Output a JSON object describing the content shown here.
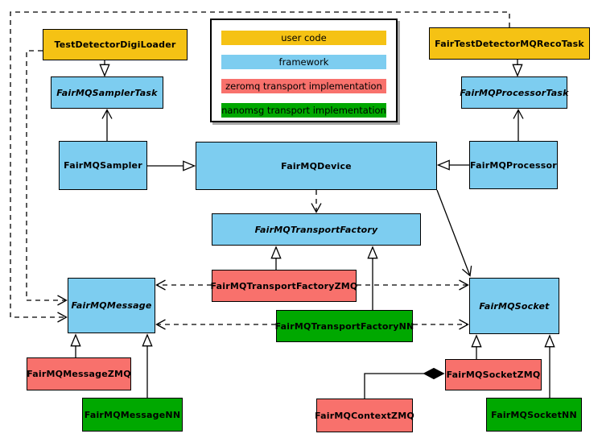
{
  "diagram": {
    "type": "uml-class-diagram",
    "legend": {
      "items": [
        {
          "label": "user code",
          "color": "#F5C214"
        },
        {
          "label": "framework",
          "color": "#7DCDF0"
        },
        {
          "label": "zeromq transport implementation",
          "color": "#F8716C"
        },
        {
          "label": "nanomsg transport implementation",
          "color": "#00A800"
        }
      ]
    },
    "nodes": {
      "testDetectorDigiLoader": {
        "label": "TestDetectorDigiLoader",
        "category": "user code",
        "abstract": false
      },
      "fairTestDetectorMQRecoTask": {
        "label": "FairTestDetectorMQRecoTask",
        "category": "user code",
        "abstract": false
      },
      "fairMQSamplerTask": {
        "label": "FairMQSamplerTask",
        "category": "framework",
        "abstract": true
      },
      "fairMQProcessorTask": {
        "label": "FairMQProcessorTask",
        "category": "framework",
        "abstract": true
      },
      "fairMQSampler": {
        "label": "FairMQSampler",
        "category": "framework",
        "abstract": false
      },
      "fairMQDevice": {
        "label": "FairMQDevice",
        "category": "framework",
        "abstract": false
      },
      "fairMQProcessor": {
        "label": "FairMQProcessor",
        "category": "framework",
        "abstract": false
      },
      "fairMQTransportFactory": {
        "label": "FairMQTransportFactory",
        "category": "framework",
        "abstract": true
      },
      "fairMQTransportFactoryZMQ": {
        "label": "FairMQTransportFactoryZMQ",
        "category": "zeromq transport implementation",
        "abstract": false
      },
      "fairMQTransportFactoryNN": {
        "label": "FairMQTransportFactoryNN",
        "category": "nanomsg transport implementation",
        "abstract": false
      },
      "fairMQMessage": {
        "label": "FairMQMessage",
        "category": "framework",
        "abstract": true
      },
      "fairMQSocket": {
        "label": "FairMQSocket",
        "category": "framework",
        "abstract": true
      },
      "fairMQMessageZMQ": {
        "label": "FairMQMessageZMQ",
        "category": "zeromq transport implementation",
        "abstract": false
      },
      "fairMQMessageNN": {
        "label": "FairMQMessageNN",
        "category": "nanomsg transport implementation",
        "abstract": false
      },
      "fairMQSocketZMQ": {
        "label": "FairMQSocketZMQ",
        "category": "zeromq transport implementation",
        "abstract": false
      },
      "fairMQSocketNN": {
        "label": "FairMQSocketNN",
        "category": "nanomsg transport implementation",
        "abstract": false
      },
      "fairMQContextZMQ": {
        "label": "FairMQContextZMQ",
        "category": "zeromq transport implementation",
        "abstract": false
      }
    },
    "edges": [
      {
        "from": "TestDetectorDigiLoader",
        "to": "FairMQSamplerTask",
        "type": "inheritance"
      },
      {
        "from": "FairTestDetectorMQRecoTask",
        "to": "FairMQProcessorTask",
        "type": "inheritance"
      },
      {
        "from": "FairMQSampler",
        "to": "FairMQDevice",
        "type": "inheritance"
      },
      {
        "from": "FairMQProcessor",
        "to": "FairMQDevice",
        "type": "inheritance"
      },
      {
        "from": "FairMQSampler",
        "to": "FairMQSamplerTask",
        "type": "association"
      },
      {
        "from": "FairMQProcessor",
        "to": "FairMQProcessorTask",
        "type": "association"
      },
      {
        "from": "FairMQDevice",
        "to": "FairMQTransportFactory",
        "type": "dependency"
      },
      {
        "from": "FairMQDevice",
        "to": "FairMQSocket",
        "type": "association"
      },
      {
        "from": "TestDetectorDigiLoader",
        "to": "FairMQMessage",
        "type": "dependency"
      },
      {
        "from": "FairTestDetectorMQRecoTask",
        "to": "FairMQMessage",
        "type": "dependency"
      },
      {
        "from": "FairMQTransportFactoryZMQ",
        "to": "FairMQTransportFactory",
        "type": "inheritance"
      },
      {
        "from": "FairMQTransportFactoryNN",
        "to": "FairMQTransportFactory",
        "type": "inheritance"
      },
      {
        "from": "FairMQTransportFactoryZMQ",
        "to": "FairMQMessage",
        "type": "dependency"
      },
      {
        "from": "FairMQTransportFactoryZMQ",
        "to": "FairMQSocket",
        "type": "dependency"
      },
      {
        "from": "FairMQTransportFactoryNN",
        "to": "FairMQMessage",
        "type": "dependency"
      },
      {
        "from": "FairMQTransportFactoryNN",
        "to": "FairMQSocket",
        "type": "dependency"
      },
      {
        "from": "FairMQMessageZMQ",
        "to": "FairMQMessage",
        "type": "inheritance"
      },
      {
        "from": "FairMQMessageNN",
        "to": "FairMQMessage",
        "type": "inheritance"
      },
      {
        "from": "FairMQSocketZMQ",
        "to": "FairMQSocket",
        "type": "inheritance"
      },
      {
        "from": "FairMQSocketNN",
        "to": "FairMQSocket",
        "type": "inheritance"
      },
      {
        "from": "FairMQContextZMQ",
        "to": "FairMQSocketZMQ",
        "type": "composition"
      }
    ],
    "colors": {
      "user_code": "#F5C214",
      "framework": "#7DCDF0",
      "zeromq": "#F8716C",
      "nanomsg": "#00A800",
      "line": "#000000",
      "background": "#FFFFFF"
    }
  }
}
